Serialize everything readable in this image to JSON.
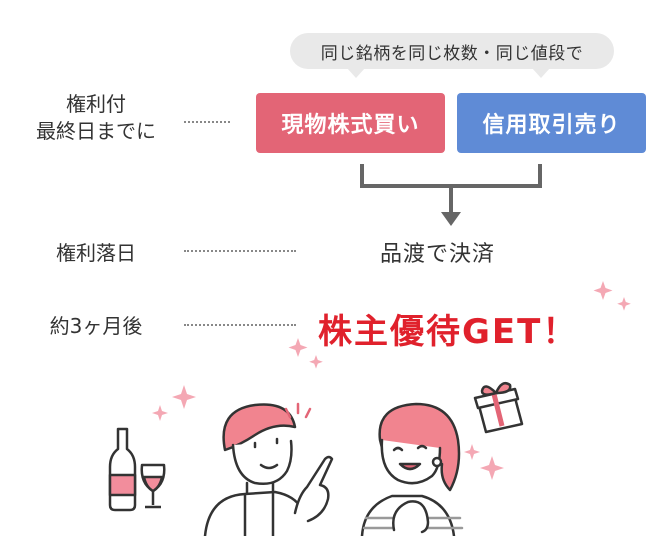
{
  "bubble": {
    "text": "同じ銘柄を同じ枚数・同じ値段で"
  },
  "buttons": {
    "buy": "現物株式買い",
    "sell": "信用取引売り"
  },
  "rows": [
    {
      "label_line1": "権利付",
      "label_line2": "最終日までに"
    },
    {
      "label": "権利落日",
      "event": "品渡で決済"
    },
    {
      "label": "約3ヶ月後",
      "event": "株主優待GET！"
    }
  ],
  "colors": {
    "buy": "#e36576",
    "sell": "#5f8bd6",
    "get": "#e0212c",
    "sparkle": "#f4a8b4",
    "bubble": "#e9e9e9",
    "arrow": "#666666"
  },
  "icons": [
    "sparkle-icon",
    "wine-bottle-icon",
    "wine-glass-icon",
    "gift-box-icon",
    "surprise-mark-icon"
  ]
}
